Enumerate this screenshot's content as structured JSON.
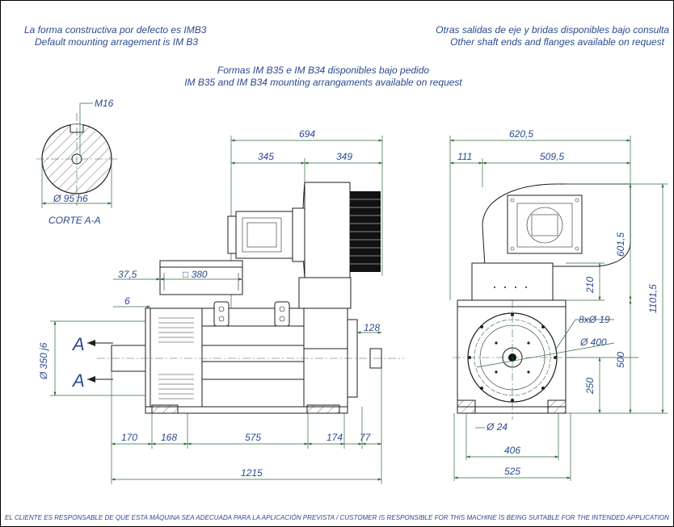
{
  "notes": {
    "default_es": "La forma constructiva por defecto es IMB3",
    "default_en": "Default mounting arragement is IM B3",
    "shaft_es": "Otras salidas de eje y bridas disponibles bajo consulta",
    "shaft_en": "Other shaft ends and flanges available on request",
    "forms_es": "Formas IM B35 e IM B34 disponibles bajo pedido",
    "forms_en": "IM B35 and IM B34 mounting arrangaments available on request",
    "disclaimer": "EL CLIENTE ES RESPONSABLE DE QUE ESTA MÁQUINA SEA ADECUADA PARA LA APLICACIÓN PREVISTA /  CUSTOMER IS RESPONSIBLE FOR THIS MACHINE IS BEING SUITABLE FOR THE INTENDED APPLICATION"
  },
  "section": {
    "thread": "M16",
    "diameter": "Ø  95  h6",
    "label": "CORTE A-A"
  },
  "side_view": {
    "total_top": "694",
    "left_top": "345",
    "right_top": "349",
    "terminal_offset": "37,5",
    "terminal_box": "□  380",
    "edge": "6",
    "shaft_dia": "Ø  350 j6",
    "section_mark": "A",
    "flange_offset": "128",
    "base_170": "170",
    "base_168": "168",
    "base_575": "575",
    "base_174": "174",
    "base_77": "77",
    "overall": "1215"
  },
  "front_view": {
    "w_620": "620,5",
    "w_111": "111",
    "w_509": "509,5",
    "h_601": "601,5",
    "h_210": "210",
    "h_1101": "1101,5",
    "holes": "8xØ 19",
    "pcd": "Ø  400",
    "h_500": "500",
    "h_250": "250",
    "foot_hole": "Ø  24",
    "w_406": "406",
    "w_525": "525"
  }
}
